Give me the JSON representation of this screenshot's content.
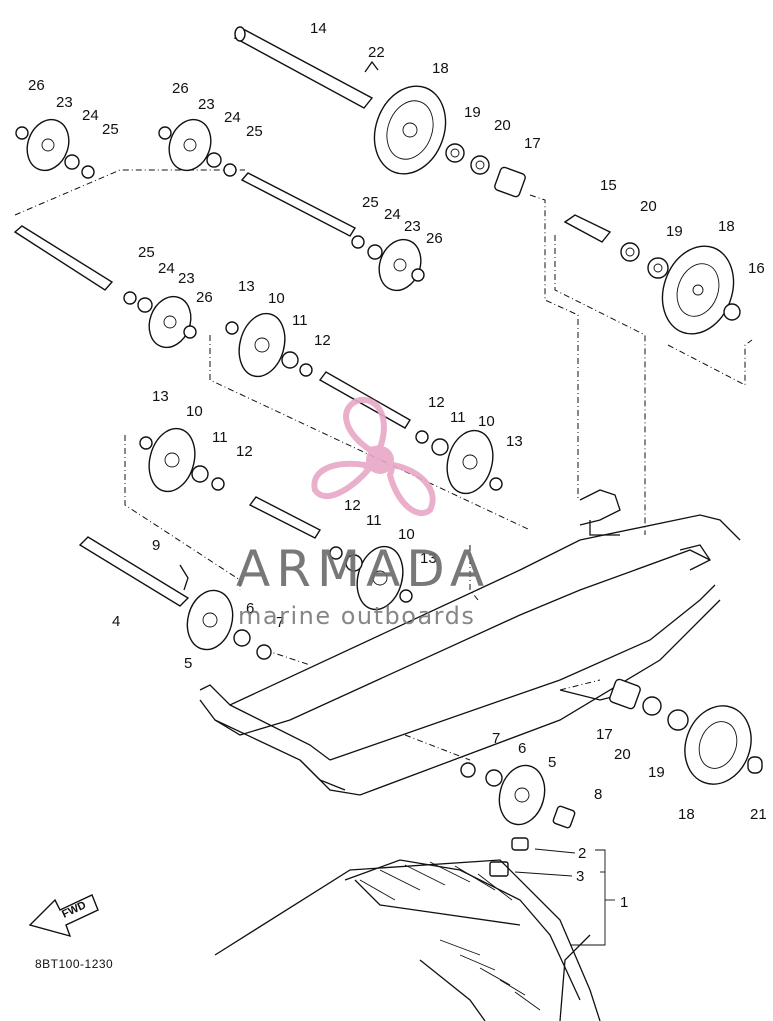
{
  "diagram_code": "8BT100-1230",
  "fwd_label": "FWD",
  "watermark": {
    "brand": "ARMADA",
    "tagline": "marine outboards",
    "logo_color": "#e8a7c6",
    "text_color": "#6b6b6b"
  },
  "callouts": [
    "1",
    "2",
    "3",
    "4",
    "5",
    "6",
    "7",
    "8",
    "9",
    "10",
    "11",
    "12",
    "13",
    "14",
    "15",
    "16",
    "17",
    "18",
    "19",
    "20",
    "21",
    "22",
    "23",
    "24",
    "25",
    "26"
  ]
}
